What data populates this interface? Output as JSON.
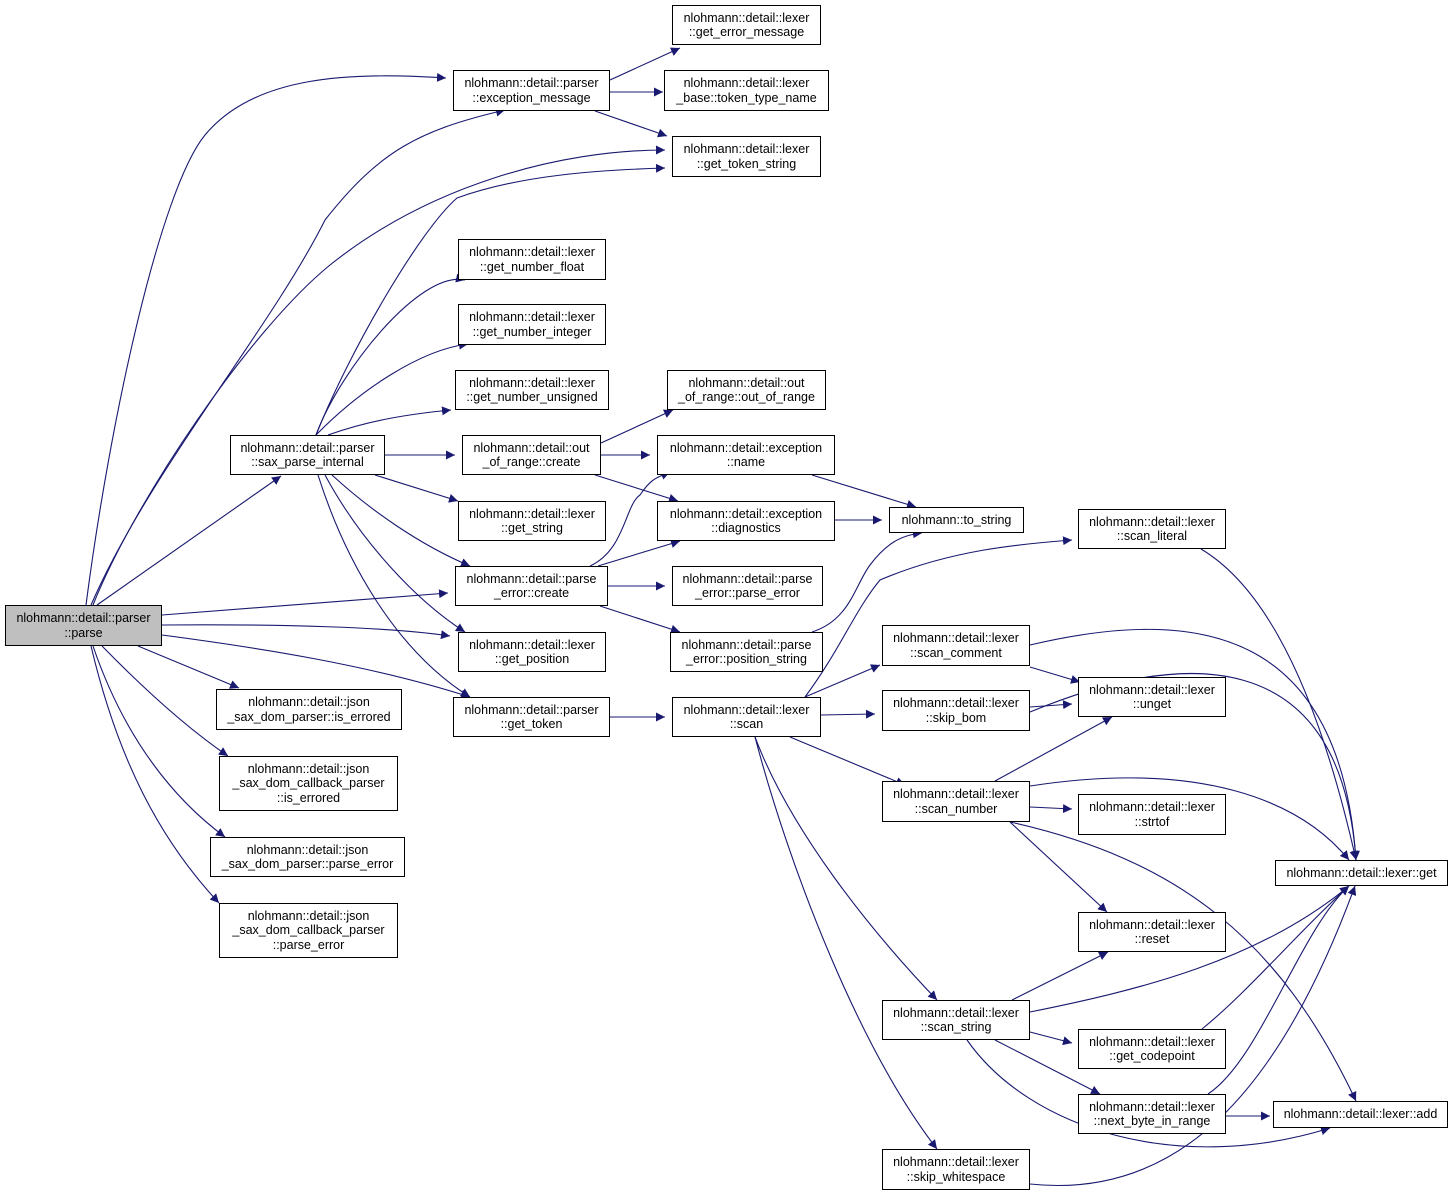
{
  "colors": {
    "edge": "#191970",
    "root_fill": "#bfbfbf",
    "node_fill": "#ffffff",
    "node_border": "#000000"
  },
  "nodes": {
    "parse": [
      "nlohmann::detail::parser",
      "::parse"
    ],
    "sax_parse_internal": [
      "nlohmann::detail::parser",
      "::sax_parse_internal"
    ],
    "exception_message": [
      "nlohmann::detail::parser",
      "::exception_message"
    ],
    "get_error_message": [
      "nlohmann::detail::lexer",
      "::get_error_message"
    ],
    "token_type_name": [
      "nlohmann::detail::lexer",
      "_base::token_type_name"
    ],
    "get_token_string": [
      "nlohmann::detail::lexer",
      "::get_token_string"
    ],
    "get_number_float": [
      "nlohmann::detail::lexer",
      "::get_number_float"
    ],
    "get_number_integer": [
      "nlohmann::detail::lexer",
      "::get_number_integer"
    ],
    "get_number_unsigned": [
      "nlohmann::detail::lexer",
      "::get_number_unsigned"
    ],
    "out_of_range_create": [
      "nlohmann::detail::out",
      "_of_range::create"
    ],
    "out_of_range_ctor": [
      "nlohmann::detail::out",
      "_of_range::out_of_range"
    ],
    "exception_name": [
      "nlohmann::detail::exception",
      "::name"
    ],
    "exception_diagnostics": [
      "nlohmann::detail::exception",
      "::diagnostics"
    ],
    "to_string": [
      "nlohmann::to_string"
    ],
    "get_string": [
      "nlohmann::detail::lexer",
      "::get_string"
    ],
    "parse_error_create": [
      "nlohmann::detail::parse",
      "_error::create"
    ],
    "parse_error_ctor": [
      "nlohmann::detail::parse",
      "_error::parse_error"
    ],
    "position_string": [
      "nlohmann::detail::parse",
      "_error::position_string"
    ],
    "get_position": [
      "nlohmann::detail::lexer",
      "::get_position"
    ],
    "get_token": [
      "nlohmann::detail::parser",
      "::get_token"
    ],
    "scan": [
      "nlohmann::detail::lexer",
      "::scan"
    ],
    "json_sax_is_errored": [
      "nlohmann::detail::json",
      "_sax_dom_parser::is_errored"
    ],
    "json_cb_is_errored": [
      "nlohmann::detail::json",
      "_sax_dom_callback_parser",
      "::is_errored"
    ],
    "json_sax_parse_error": [
      "nlohmann::detail::json",
      "_sax_dom_parser::parse_error"
    ],
    "json_cb_parse_error": [
      "nlohmann::detail::json",
      "_sax_dom_callback_parser",
      "::parse_error"
    ],
    "scan_literal": [
      "nlohmann::detail::lexer",
      "::scan_literal"
    ],
    "scan_comment": [
      "nlohmann::detail::lexer",
      "::scan_comment"
    ],
    "skip_bom": [
      "nlohmann::detail::lexer",
      "::skip_bom"
    ],
    "unget": [
      "nlohmann::detail::lexer",
      "::unget"
    ],
    "scan_number": [
      "nlohmann::detail::lexer",
      "::scan_number"
    ],
    "strtof": [
      "nlohmann::detail::lexer",
      "::strtof"
    ],
    "lexer_get": [
      "nlohmann::detail::lexer::get"
    ],
    "reset": [
      "nlohmann::detail::lexer",
      "::reset"
    ],
    "scan_string": [
      "nlohmann::detail::lexer",
      "::scan_string"
    ],
    "get_codepoint": [
      "nlohmann::detail::lexer",
      "::get_codepoint"
    ],
    "next_byte_in_range": [
      "nlohmann::detail::lexer",
      "::next_byte_in_range"
    ],
    "lexer_add": [
      "nlohmann::detail::lexer::add"
    ],
    "skip_whitespace": [
      "nlohmann::detail::lexer",
      "::skip_whitespace"
    ]
  }
}
